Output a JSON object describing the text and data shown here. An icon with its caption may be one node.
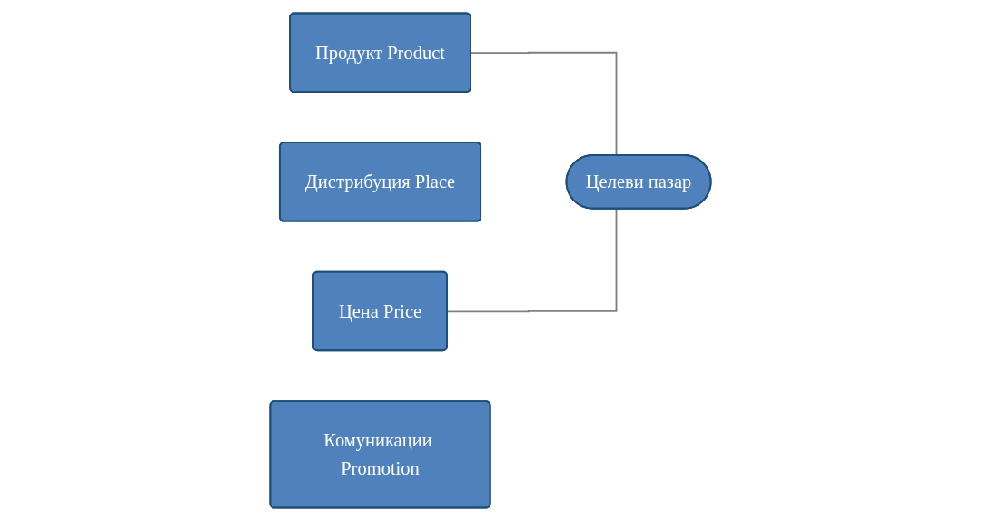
{
  "diagram": {
    "nodes": [
      {
        "text": [
          "Продукт Product"
        ]
      },
      {
        "text": [
          "Дистрибуция Place"
        ]
      },
      {
        "text": [
          "Целеви пазар"
        ]
      },
      {
        "text": [
          "Цена Price"
        ]
      },
      {
        "text": [
          "Комуникации Promotion"
        ]
      }
    ],
    "edges": [
      {
        "from": 0,
        "to": 2,
        "arrow": "none"
      },
      {
        "from": 3,
        "to": 2,
        "arrow": "none"
      }
    ]
  }
}
